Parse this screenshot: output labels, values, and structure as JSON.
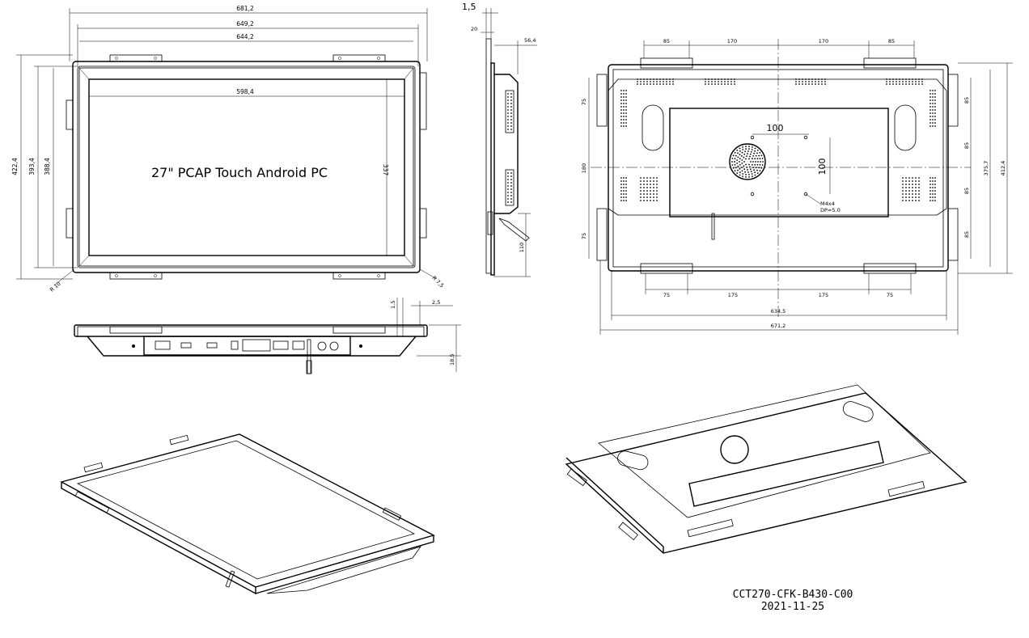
{
  "front_view": {
    "title": "27\" PCAP Touch Android PC",
    "dim_overall_width": "681,2",
    "dim_bezel_width": "649,2",
    "dim_glass_width": "644,2",
    "dim_active_width": "598,4",
    "dim_overall_height": "422,4",
    "dim_bezel_height": "393,4",
    "dim_glass_height": "388,4",
    "dim_active_height": "337",
    "radius_left": "R 10",
    "radius_right": "R 7,5"
  },
  "side_view": {
    "dim_top": "1,5",
    "dim_flange": "20",
    "dim_depth": "56,4",
    "dim_antenna": "110"
  },
  "bottom_view": {
    "dim_a": "1,5",
    "dim_b": "2,5",
    "dim_c": "18,5"
  },
  "rear_view": {
    "top_dims": [
      "85",
      "170",
      "170",
      "85"
    ],
    "bottom_dims": [
      "75",
      "175",
      "175",
      "75"
    ],
    "left_dims": [
      "75",
      "180",
      "75"
    ],
    "right_dims": [
      "85",
      "85",
      "85",
      "85"
    ],
    "dim_inner_width": "634,5",
    "dim_overall_width": "671,2",
    "dim_inner_height": "375,7",
    "dim_overall_height": "412,4",
    "vesa_h": "100",
    "vesa_v": "100",
    "screw_note_1": "M4x4",
    "screw_note_2": "DP=5.0"
  },
  "title_block": {
    "drawing_no": "CCT270-CFK-B430-C00",
    "date": "2021-11-25"
  }
}
